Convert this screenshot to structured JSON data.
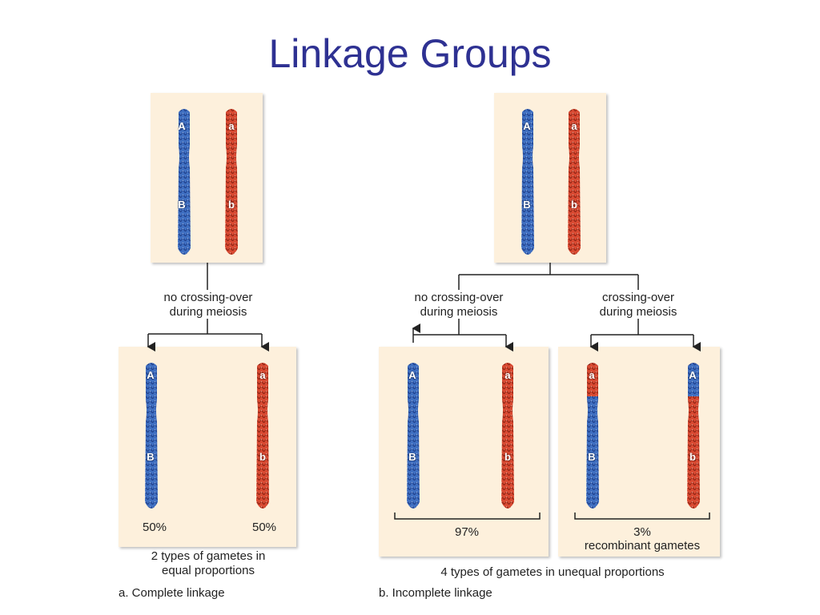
{
  "title": "Linkage Groups",
  "colors": {
    "maternal": "#3f6fc1",
    "paternal": "#d94a32",
    "panel": "#fdf0dc",
    "title": "#2e3192"
  },
  "genes": {
    "upper_dominant": "A",
    "upper_recessive": "a",
    "lower_dominant": "B",
    "lower_recessive": "b"
  },
  "complete": {
    "arrow_label": "no crossing-over\nduring meiosis",
    "percent_left": "50%",
    "percent_right": "50%",
    "summary": "2 types of gametes in\nequal proportions",
    "caption": "a. Complete linkage"
  },
  "incomplete": {
    "left_arrow_label": "no crossing-over\nduring meiosis",
    "right_arrow_label": "crossing-over\nduring meiosis",
    "parental_percent": "97%",
    "recombinant_percent": "3%",
    "recombinant_label": "recombinant gametes",
    "summary": "4 types of gametes in unequal proportions",
    "caption": "b. Incomplete linkage"
  }
}
